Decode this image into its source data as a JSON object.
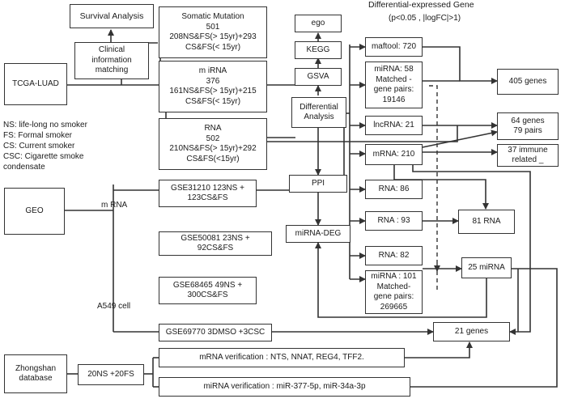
{
  "header": {
    "title": "Differential-expressed Gene",
    "subtitle": "(p<0.05 , |logFC|>1)"
  },
  "sources": {
    "tcga": "TCGA-LUAD",
    "geo": "GEO",
    "zhongshan": [
      "Zhongshan",
      "database"
    ]
  },
  "analysis": {
    "survival": "Survival Analysis",
    "clinical": [
      "Clinical",
      "information",
      "matching"
    ],
    "ego": "ego",
    "kegg": "KEGG",
    "gsva": "GSVA",
    "differential": [
      "Differential",
      "Analysis"
    ],
    "ppi": "PPI",
    "mirna_deg": "miRNA-DEG"
  },
  "tcga_sets": {
    "somatic": [
      "Somatic Mutation",
      "501",
      "208NS&FS(> 15yr)+293",
      "CS&FS(< 15yr)"
    ],
    "mirna": [
      "m iRNA",
      "376",
      "161NS&FS(> 15yr)+215",
      "CS&FS(< 15yr)"
    ],
    "rna": [
      "RNA",
      "502",
      "210NS&FS(> 15yr)+292",
      "CS&FS(<15yr)"
    ]
  },
  "legend": [
    "NS: life-long no smoker",
    "FS: Formal smoker",
    "CS: Current smoker",
    "CSC: Cigarette smoke",
    "condensate"
  ],
  "geo": {
    "mrna_label": "m RNA",
    "a549_label": "A549 cell",
    "gse31210": [
      "GSE31210 123NS +",
      "123CS&FS"
    ],
    "gse50081": "GSE50081 23NS + 92CS&FS",
    "gse68465": [
      "GSE68465 49NS +",
      "300CS&FS"
    ],
    "gse69770": "GSE69770 3DMSO +3CSC"
  },
  "zhongshan_detail": {
    "cohort": "20NS +20FS",
    "mrna_verification": "mRNA verification : NTS, NNAT, REG4, TFF2.",
    "mirna_verification": "miRNA verification : miR-377-5p, miR-34a-3p"
  },
  "deg": {
    "maftool": "maftool: 720",
    "mirna58": [
      "miRNA: 58",
      "Matched -",
      "gene pairs:",
      "19146"
    ],
    "lncrna": "lncRNA: 21",
    "mrna210": "mRNA: 210",
    "rna86": "RNA: 86",
    "rna93": "RNA : 93",
    "rna82": "RNA: 82",
    "mirna101": [
      "miRNA : 101",
      "Matched-",
      "gene pairs:",
      "269665"
    ]
  },
  "results": {
    "genes405": "405 genes",
    "pairs": [
      "64 genes",
      "79 pairs"
    ],
    "immune": [
      "37 immune",
      "related _"
    ],
    "rna81": "81 RNA",
    "mirna25": "25 miRNA",
    "genes21": "21 genes"
  },
  "colors": {
    "line": "#333333",
    "box_border": "#333333",
    "text": "#1a1a1a"
  }
}
